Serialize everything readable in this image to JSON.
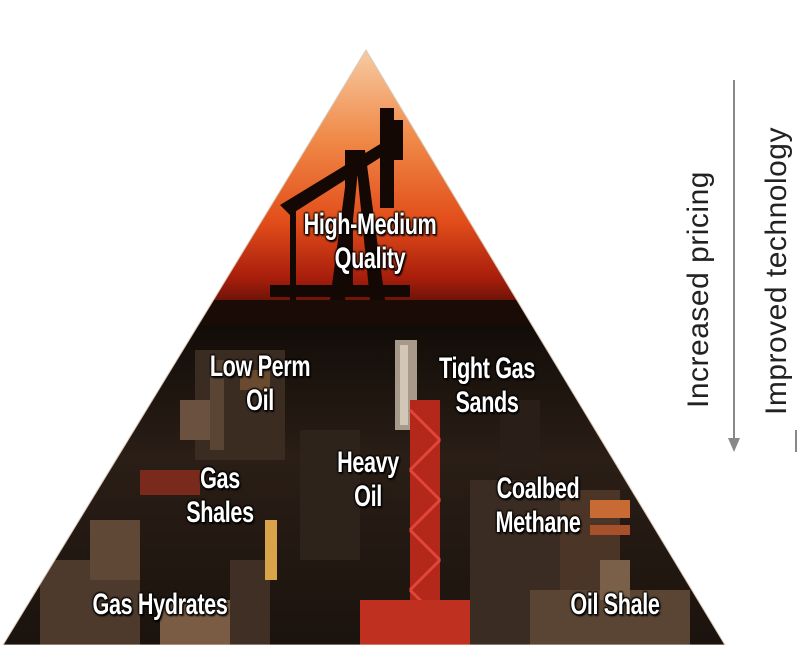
{
  "pyramid": {
    "top_tier": {
      "line1": "High-Medium",
      "line2": "Quality"
    },
    "resources": {
      "low_perm_oil": {
        "line1": "Low Perm",
        "line2": "Oil"
      },
      "tight_gas_sands": {
        "line1": "Tight Gas",
        "line2": "Sands"
      },
      "heavy_oil": {
        "line1": "Heavy",
        "line2": "Oil"
      },
      "gas_shales": {
        "line1": "Gas",
        "line2": "Shales"
      },
      "coalbed_methane": {
        "line1": "Coalbed",
        "line2": "Methane"
      },
      "gas_hydrates": {
        "line1": "Gas Hydrates"
      },
      "oil_shale": {
        "line1": "Oil Shale"
      }
    }
  },
  "side_axes": {
    "increased_pricing": "Increased pricing",
    "improved_technology": "Improved technology"
  },
  "colors": {
    "top_gradient_top": "#f9c79a",
    "top_gradient_mid": "#e8531c",
    "top_gradient_low": "#b3200c",
    "base_dark": "#1d1510",
    "arrow": "#888888"
  }
}
